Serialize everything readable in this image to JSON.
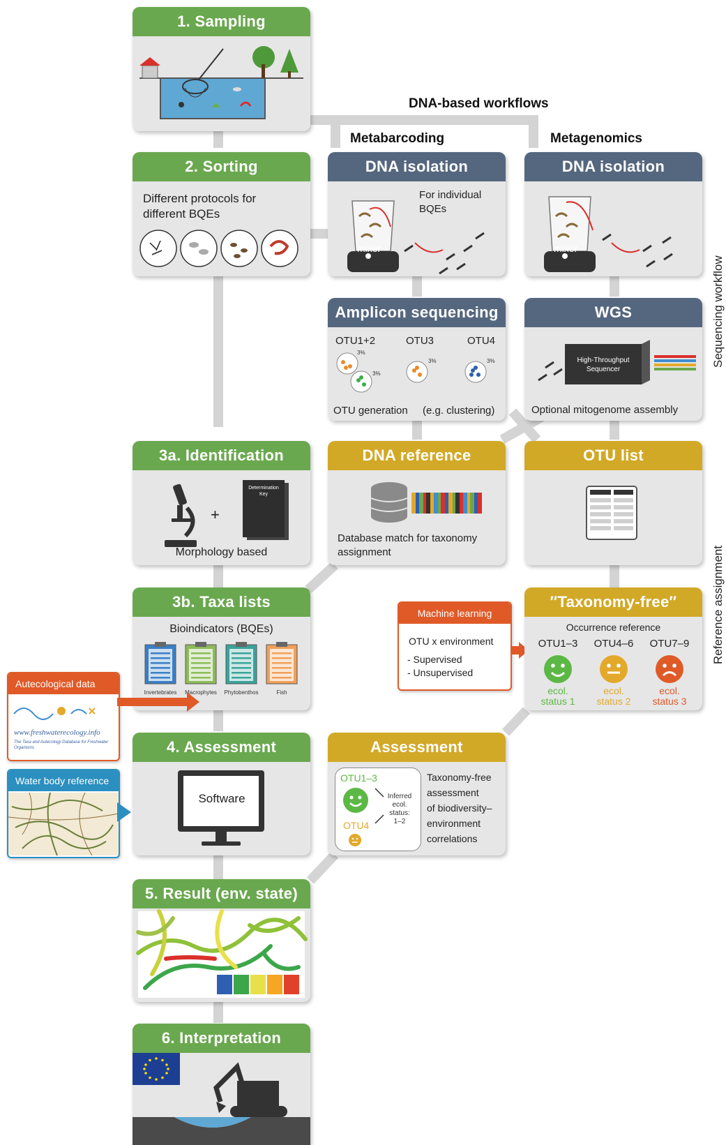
{
  "header": {
    "dna_workflows": "DNA-based workflows",
    "metabarcoding": "Metabarcoding",
    "metagenomics": "Metagenomics"
  },
  "sampling": {
    "title": "1. Sampling"
  },
  "sorting": {
    "title": "2. Sorting",
    "description": "Different protocols for different BQEs"
  },
  "dna_isolation_meta": {
    "title": "DNA isolation",
    "note": "For individual BQEs",
    "mixer": "mixer"
  },
  "dna_isolation_genomics": {
    "title": "DNA isolation",
    "mixer": "mixer"
  },
  "amplicon": {
    "title": "Amplicon sequencing",
    "otu_labels": [
      "OTU1+2",
      "OTU3",
      "OTU4"
    ],
    "percent": "3%",
    "footer_left": "OTU generation",
    "footer_right": "(e.g. clustering)"
  },
  "wgs": {
    "title": "WGS",
    "sequencer_line1": "High-Throughput",
    "sequencer_line2": "Sequencer",
    "footer": "Optional mitogenome assembly"
  },
  "identification": {
    "title": "3a. Identification",
    "plus": "+",
    "key_line1": "Determination",
    "key_line2": "Key",
    "footer": "Morphology based"
  },
  "dna_reference": {
    "title": "DNA reference",
    "footer": "Database match for taxonomy assignment"
  },
  "otu_list": {
    "title": "OTU list"
  },
  "taxa_lists": {
    "title": "3b. Taxa lists",
    "subtitle": "Bioindicators (BQEs)",
    "items": [
      "Invertebrates",
      "Macrophytes",
      "Phytobenthos",
      "Fish"
    ],
    "colors": [
      "#3b7fc4",
      "#8dbb5a",
      "#3aa39a",
      "#f0a05a"
    ]
  },
  "machine_learning": {
    "title": "Machine learning",
    "line1": "OTU x environment",
    "line2": "- Supervised",
    "line3": "- Unsupervised",
    "color": "#e05a28"
  },
  "taxonomy_free": {
    "title": "″Taxonomy-free″",
    "subtitle": "Occurrence reference",
    "groups": [
      {
        "otu": "OTU1–3",
        "status_line1": "ecol.",
        "status_line2": "status 1",
        "color": "#5cb845",
        "mood": "happy"
      },
      {
        "otu": "OTU4–6",
        "status_line1": "ecol.",
        "status_line2": "status 2",
        "color": "#e3a92b",
        "mood": "neutral"
      },
      {
        "otu": "OTU7–9",
        "status_line1": "ecol.",
        "status_line2": "status 3",
        "color": "#e05a28",
        "mood": "sad"
      }
    ]
  },
  "autecological": {
    "title": "Autecological data",
    "url": "www.freshwaterecology.info",
    "tagline": "The Taxa and Autecology Database for Freshwater Organisms",
    "color": "#e05a28"
  },
  "water_body": {
    "title": "Water body reference",
    "color": "#2b8fc0"
  },
  "assessment": {
    "title": "4. Assessment",
    "software": "Software"
  },
  "assessment_tf": {
    "title": "Assessment",
    "otu_a": "OTU1–3",
    "otu_b": "OTU4",
    "inferred_line1": "Inferred",
    "inferred_line2": "ecol.",
    "inferred_line3": "status:",
    "inferred_line4": "1–2",
    "description_lines": [
      "Taxonomy-free",
      "assessment",
      "of biodiversity–",
      "environment",
      "correlations"
    ]
  },
  "result": {
    "title": "5. Result (env. state)",
    "scale_colors": [
      "#2f5fb0",
      "#3ca64a",
      "#e8e04a",
      "#f5a623",
      "#e0412a"
    ]
  },
  "interpretation": {
    "title": "6. Interpretation"
  },
  "side_labels": {
    "sequencing": "Sequencing workflow",
    "reference": "Reference assignment"
  }
}
